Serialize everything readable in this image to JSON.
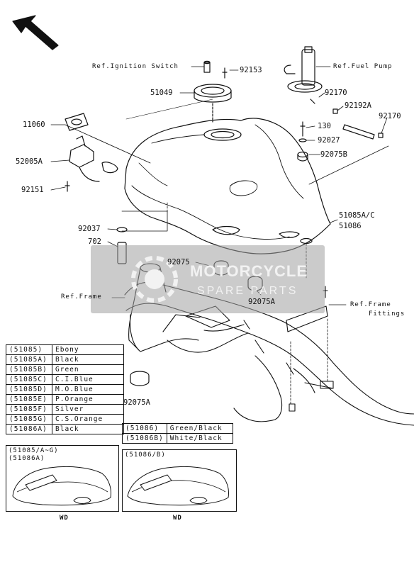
{
  "refs": {
    "ignition": "Ref.Ignition Switch",
    "fuel_pump": "Ref.Fuel Pump",
    "frame": "Ref.Frame",
    "frame_fittings_1": "Ref.Frame",
    "frame_fittings_2": "Fittings"
  },
  "parts": {
    "p92153": "92153",
    "p51049": "51049",
    "p92170a": "92170",
    "p92192a": "92192A",
    "p92170b": "92170",
    "p11060": "11060",
    "p130": "130",
    "p92027": "92027",
    "p92075b": "92075B",
    "p52005a": "52005A",
    "p92151": "92151",
    "p51085ac": "51085A/C",
    "p51086": "51086",
    "p92037": "92037",
    "p702": "702",
    "p92075": "92075",
    "p92075a1": "92075A",
    "p92075a2": "92075A"
  },
  "watermark": {
    "line1": "MOTORCYCLE",
    "line2": "SPARE PARTS"
  },
  "color_table": [
    {
      "code": "(51085)",
      "color": "Ebony"
    },
    {
      "code": "(51085A)",
      "color": "Black"
    },
    {
      "code": "(51085B)",
      "color": "Green"
    },
    {
      "code": "(51085C)",
      "color": "C.I.Blue"
    },
    {
      "code": "(51085D)",
      "color": "M.O.Blue"
    },
    {
      "code": "(51085E)",
      "color": "P.Orange"
    },
    {
      "code": "(51085F)",
      "color": "Silver"
    },
    {
      "code": "(51085G)",
      "color": "C.S.Orange"
    },
    {
      "code": "(51086A)",
      "color": "Black"
    }
  ],
  "color_table_2": [
    {
      "code": "(51086)",
      "color": "Green/Black"
    },
    {
      "code": "(51086B)",
      "color": "White/Black"
    }
  ],
  "inset_left": {
    "line1": "(51085/A~G)",
    "line2": "(51086A)",
    "wd": "WD"
  },
  "inset_right": {
    "line1": "(51086/B)",
    "wd": "WD"
  }
}
